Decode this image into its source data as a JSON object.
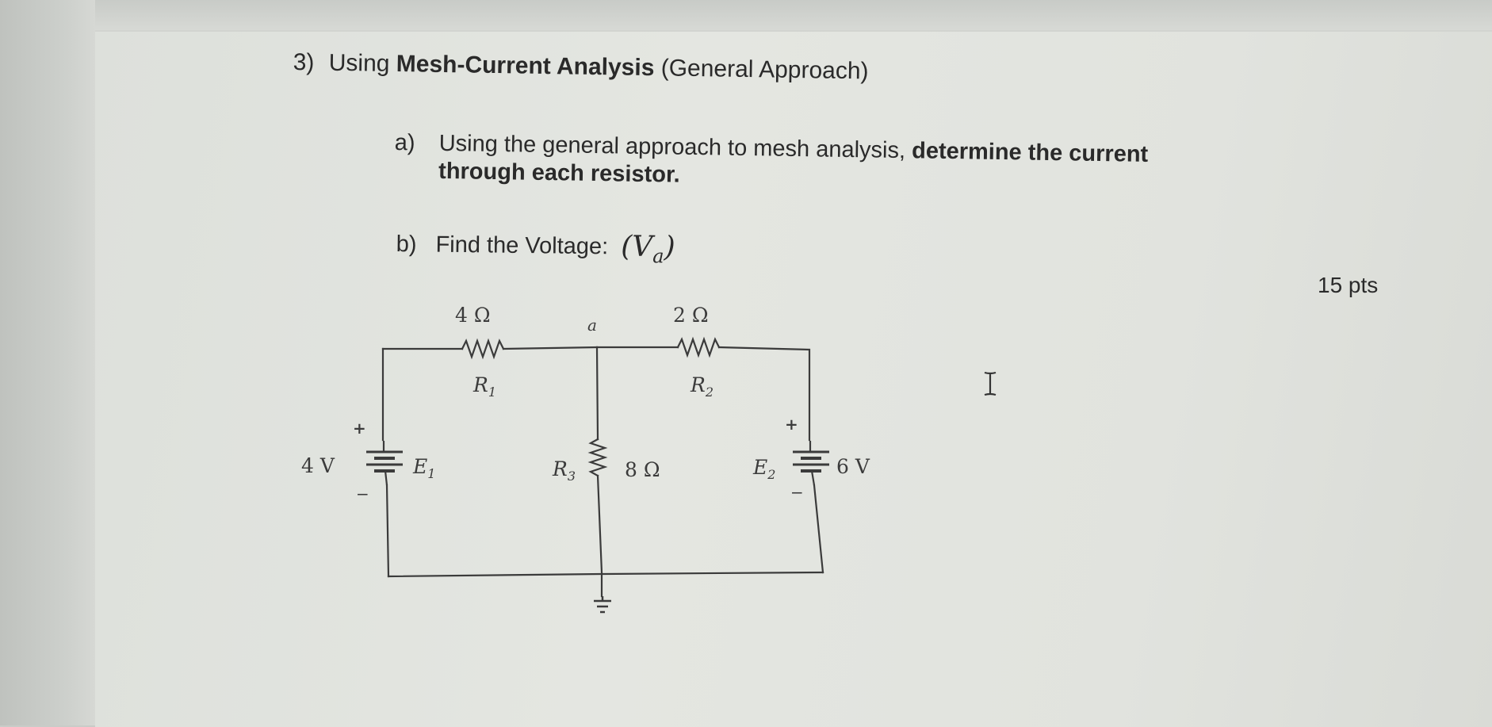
{
  "question": {
    "number": "3)",
    "prefix": "Using",
    "bold_title": "Mesh-Current Analysis",
    "suffix": "(General Approach)"
  },
  "part_a": {
    "label": "a)",
    "text_plain": "Using the general approach to mesh analysis,",
    "text_bold_1": "determine the current",
    "text_bold_2": "through each resistor."
  },
  "part_b": {
    "label": "b)",
    "text": "Find the Voltage:",
    "symbol_open": "(",
    "symbol_var": "V",
    "symbol_sub": "a",
    "symbol_close": ")"
  },
  "points": "15 pts",
  "circuit": {
    "r1_value": "4 Ω",
    "r1_label": "R",
    "r1_sub": "1",
    "r2_value": "2 Ω",
    "r2_label": "R",
    "r2_sub": "2",
    "r3_value": "8 Ω",
    "r3_label": "R",
    "r3_sub": "3",
    "node_label": "a",
    "e1_value": "4 V",
    "e1_label": "E",
    "e1_sub": "1",
    "e2_value": "6 V",
    "e2_label": "E",
    "e2_sub": "2",
    "plus": "+",
    "minus": "−"
  },
  "colors": {
    "text": "#2a2a2a",
    "wire": "#3b3b3b",
    "page": "#e2e4df"
  },
  "icons": {
    "cursor": "text-cursor-icon"
  }
}
